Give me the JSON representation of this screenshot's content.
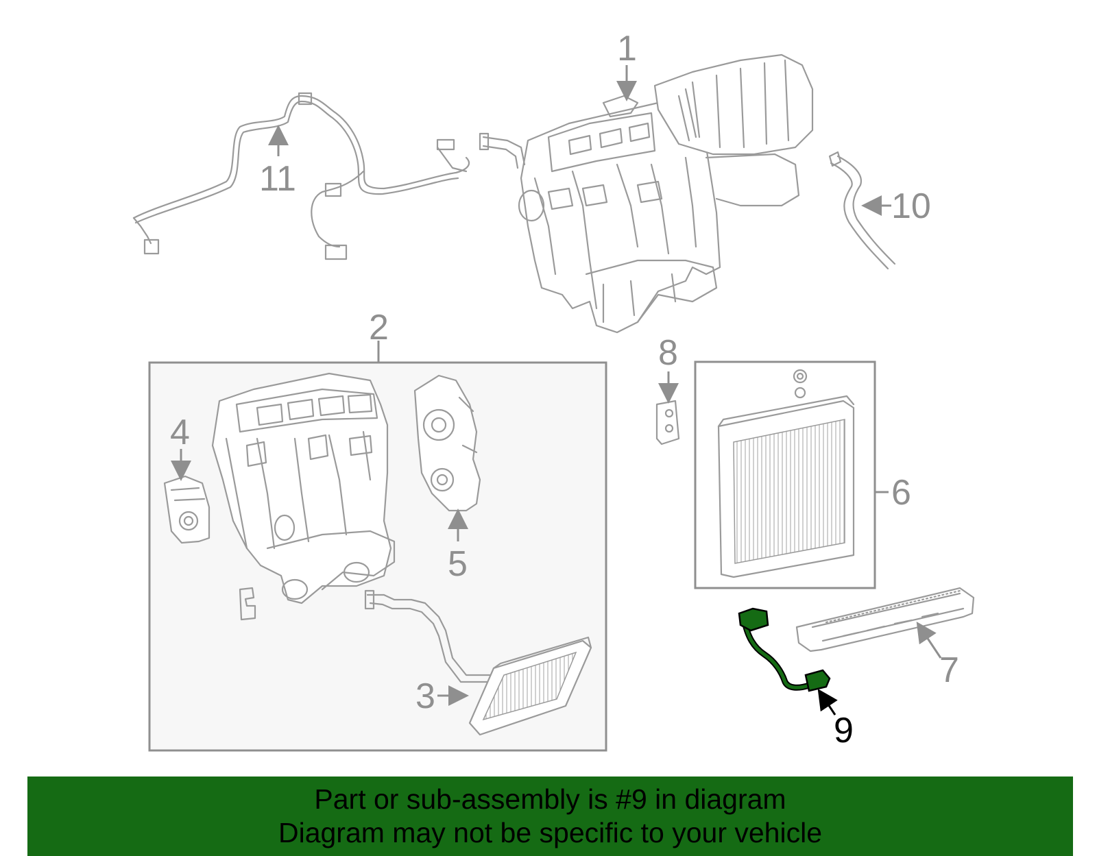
{
  "callouts": {
    "c1": "1",
    "c2": "2",
    "c3": "3",
    "c4": "4",
    "c5": "5",
    "c6": "6",
    "c7": "7",
    "c8": "8",
    "c9": "9",
    "c10": "10",
    "c11": "11"
  },
  "highlight": {
    "part": "9",
    "color": "#156b14"
  },
  "banner": {
    "line1": "Part or sub-assembly is #9 in diagram",
    "line2": "Diagram may not be specific to your vehicle",
    "background": "#156b14"
  }
}
